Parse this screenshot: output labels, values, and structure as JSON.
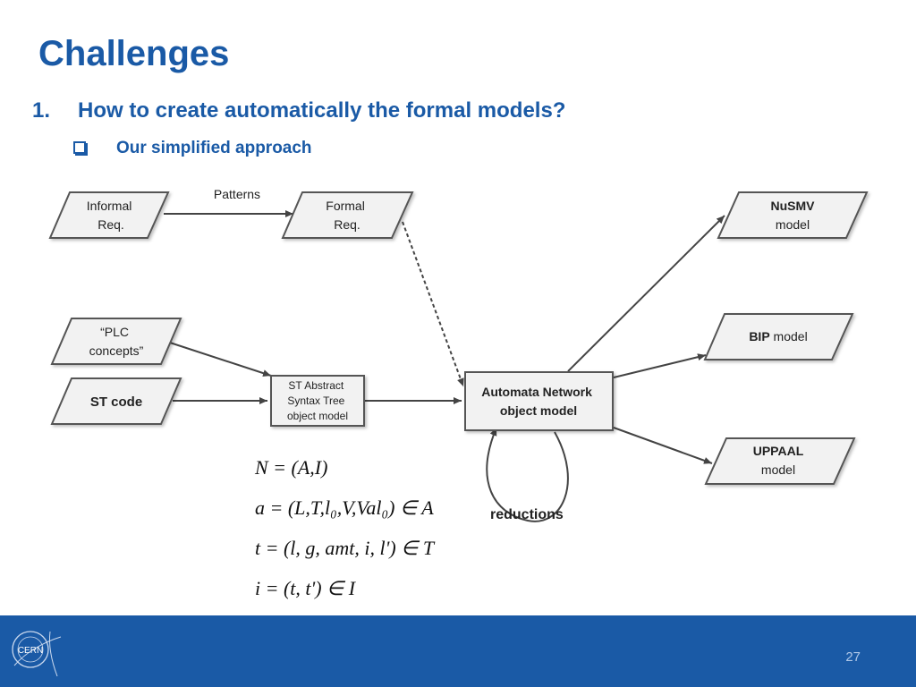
{
  "slide": {
    "title": "Challenges",
    "list_number": "1.",
    "heading": "How to create automatically the formal models?",
    "subheading": "Our simplified approach",
    "page_number": "27"
  },
  "diagram": {
    "informal_req": [
      "Informal",
      "Req."
    ],
    "formal_req": [
      "Formal",
      "Req."
    ],
    "patterns": "Patterns",
    "plc_concepts": [
      "“PLC",
      "concepts”"
    ],
    "st_code": "ST code",
    "st_ast": [
      "ST Abstract",
      "Syntax Tree",
      "object model"
    ],
    "automata": [
      "Automata Network",
      "object model"
    ],
    "reductions": "reductions",
    "nusmv_bold": "NuSMV",
    "nusmv_rest": "model",
    "bip_bold": "BIP",
    "bip_rest": " model",
    "uppaal_bold": "UPPAAL",
    "uppaal_rest": "model"
  },
  "formulas": {
    "f1": "N = (A,I)",
    "f2": "a = (L,T,l₀,V,Val₀) ∈ A",
    "f3": "t = (l, g, amt, i, l') ∈ T",
    "f4": "i = (t, t') ∈ I"
  },
  "logo": {
    "text": "CERN"
  },
  "colors": {
    "accent": "#1a5aa6",
    "box_fill": "#f2f2f2",
    "stroke": "#555555"
  }
}
